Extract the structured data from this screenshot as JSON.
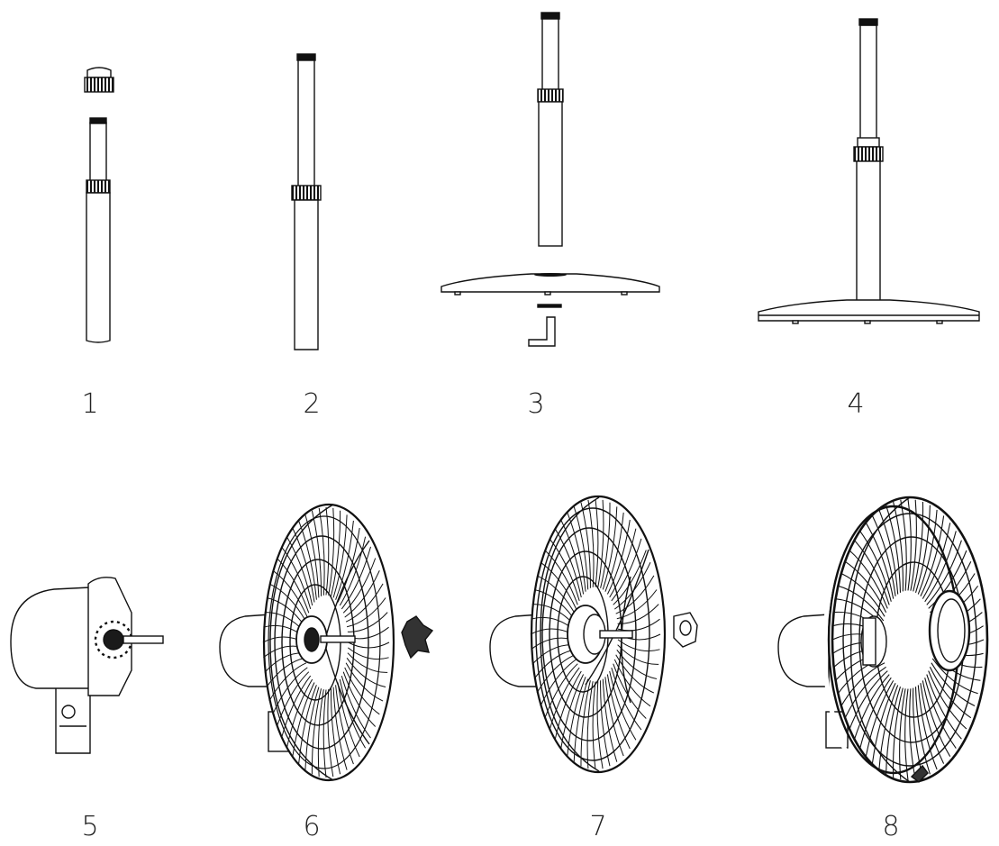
{
  "steps": [
    {
      "number": "1",
      "label": "1"
    },
    {
      "number": "2",
      "label": "2"
    },
    {
      "number": "3",
      "label": "3"
    },
    {
      "number": "4",
      "label": "4"
    },
    {
      "number": "5",
      "label": "5"
    },
    {
      "number": "6",
      "label": "6"
    },
    {
      "number": "7",
      "label": "7"
    },
    {
      "number": "8",
      "label": "8"
    }
  ],
  "colors": {
    "line": "#111111",
    "fill": "#ffffff",
    "dark": "#1a1a1a"
  }
}
